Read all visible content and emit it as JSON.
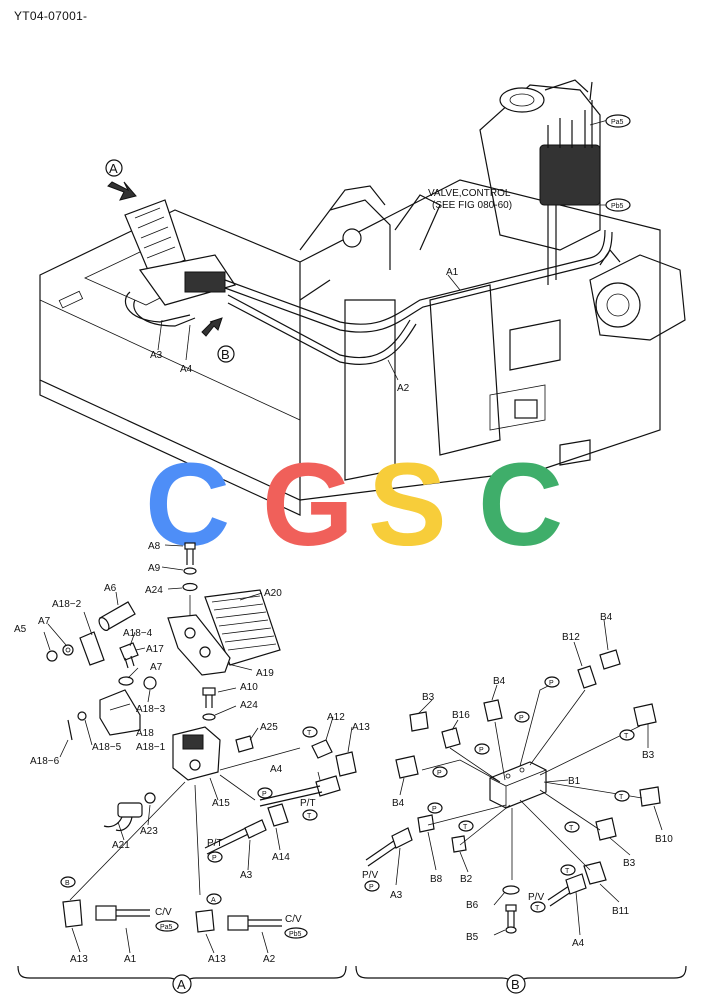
{
  "doc": {
    "number": "YT04-07001-"
  },
  "watermark": {
    "letters": [
      "C",
      "G",
      "S",
      "C"
    ],
    "colors": [
      "#4e8ef7",
      "#f0605a",
      "#f7cd3a",
      "#3fae6a"
    ]
  },
  "top": {
    "valve_note": [
      "VALVE,CONTROL",
      "(SEE FIG 080-60)"
    ],
    "callouts": {
      "A": "A",
      "B": "B"
    },
    "labels": {
      "a1": "A1",
      "a2": "A2",
      "a3": "A3",
      "a4": "A4",
      "pa5": "Pa5",
      "pb5": "Pb5"
    }
  },
  "left": {
    "a8": "A8",
    "a9": "A9",
    "a24": "A24",
    "a24b": "A24",
    "a20": "A20",
    "a6": "A6",
    "a18_2": "A18−2",
    "a5": "A5",
    "a7": "A7",
    "a7b": "A7",
    "a18_4": "A18−4",
    "a17": "A17",
    "a19": "A19",
    "a18_3": "A18−3",
    "a10": "A10",
    "a25": "A25",
    "a18": "A18",
    "a18_1": "A18−1",
    "a18_5": "A18−5",
    "a18_6": "A18−6",
    "a12": "A12",
    "a13": "A13",
    "a4": "A4",
    "pt": "P/T",
    "a15": "A15",
    "a23": "A23",
    "a21": "A21",
    "a14": "A14",
    "a3": "A3",
    "tag_t": "T",
    "tag_p": "P",
    "tag_b": "B",
    "tag_a": "A",
    "cv": "C/V",
    "pa5": "Pa5",
    "pb5": "Pb5",
    "a13b": "A13",
    "a1": "A1",
    "a13c": "A13",
    "a2": "A2"
  },
  "right": {
    "b4a": "B4",
    "b12": "B12",
    "b3a": "B3",
    "b4b": "B4",
    "b16": "B16",
    "b3b": "B3",
    "b1": "B1",
    "b4c": "B4",
    "b10": "B10",
    "b3c": "B3",
    "b8": "B8",
    "b2": "B2",
    "pv1": "P/V",
    "a3": "A3",
    "b11": "B11",
    "pv2": "P/V",
    "b6": "B6",
    "b5": "B5",
    "a4": "A4",
    "tag_p": "P",
    "tag_t": "T"
  },
  "brackets": {
    "left": "A",
    "right": "B"
  }
}
